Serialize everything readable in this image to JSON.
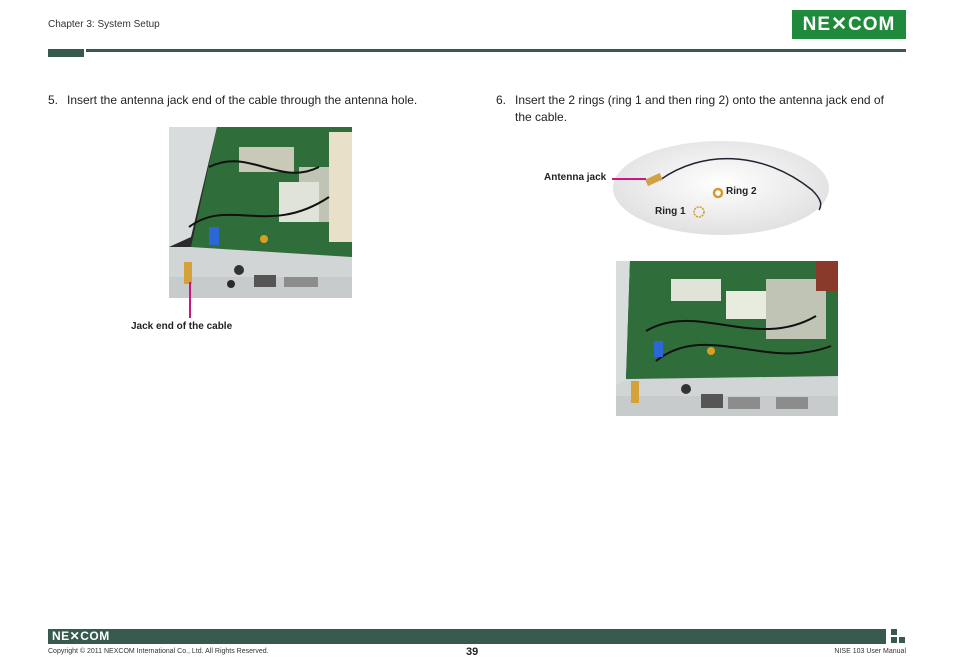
{
  "header": {
    "chapter": "Chapter 3: System Setup",
    "logo_text": "NE✕COM",
    "brand_color": "#1f8a3b",
    "bar_color": "#365a4e"
  },
  "steps": [
    {
      "number": "5.",
      "text": "Insert the antenna jack end of the cable through the antenna hole."
    },
    {
      "number": "6.",
      "text_line1": "Insert the 2 rings (ring 1 and then ring 2) onto the antenna jack end of",
      "text_line2": "the cable."
    }
  ],
  "callouts": {
    "jack_end": "Jack end of the cable",
    "antenna_jack": "Antenna jack",
    "ring2": "Ring 2",
    "ring1": "Ring 1"
  },
  "callout_color": "#cc1580",
  "footer": {
    "logo_text": "NE✕COM",
    "copyright": "Copyright © 2011 NEXCOM International Co., Ltd. All Rights Reserved.",
    "page_number": "39",
    "manual": "NISE 103 User Manual"
  }
}
